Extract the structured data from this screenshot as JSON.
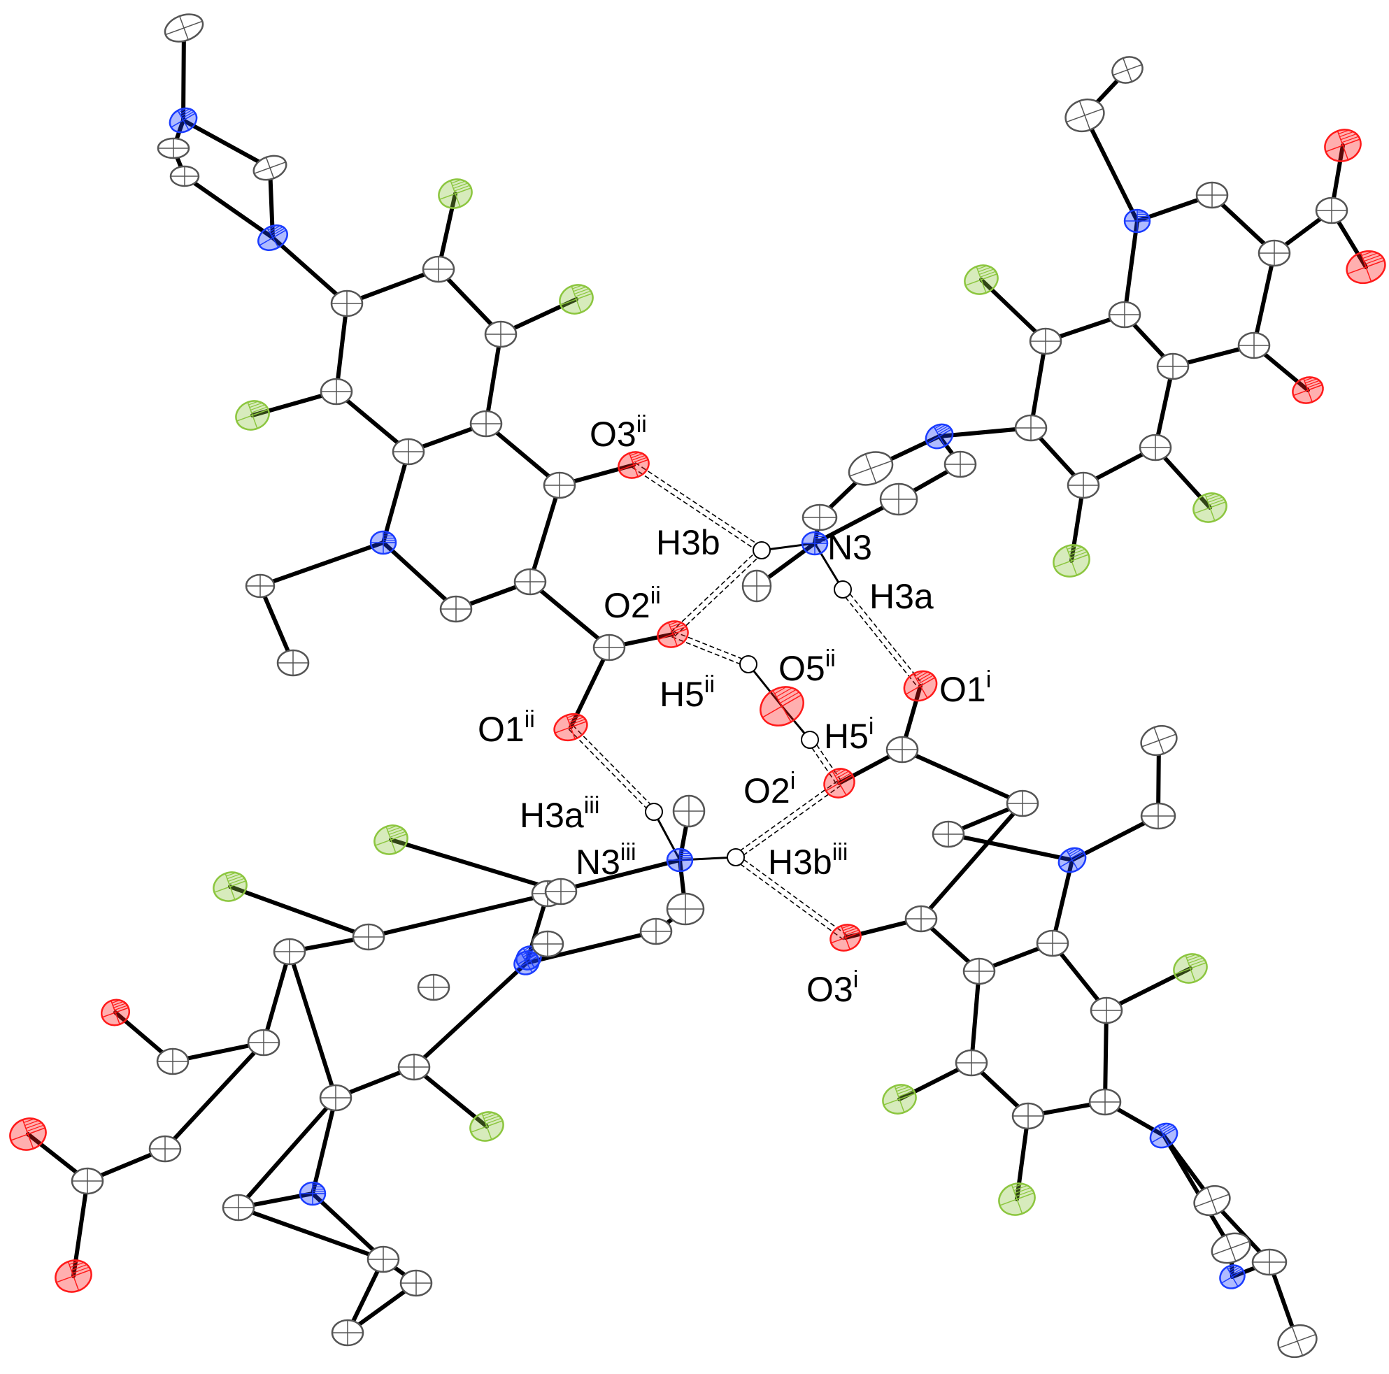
{
  "colors": {
    "carbon": "#e8e8e8",
    "nitrogen": "#1a3cff",
    "oxygen": "#ff1a1a",
    "fluorine": "#8cc63f",
    "bond": "#000000",
    "hbond": "#000000",
    "outline": "#555555"
  },
  "labels": {
    "O3ii": {
      "base": "O3",
      "sup": "ii"
    },
    "H3b": {
      "base": "H3b",
      "sup": ""
    },
    "N3": {
      "base": "N3",
      "sup": ""
    },
    "H3a": {
      "base": "H3a",
      "sup": ""
    },
    "O2ii": {
      "base": "O2",
      "sup": "ii"
    },
    "O5ii": {
      "base": "O5",
      "sup": "ii"
    },
    "O1i": {
      "base": "O1",
      "sup": "i"
    },
    "H5ii": {
      "base": "H5",
      "sup": "ii"
    },
    "O1ii": {
      "base": "O1",
      "sup": "ii"
    },
    "H5i": {
      "base": "H5",
      "sup": "i"
    },
    "O2i": {
      "base": "O2",
      "sup": "i"
    },
    "H3aiii": {
      "base": "H3a",
      "sup": "iii"
    },
    "N3iii": {
      "base": "N3",
      "sup": "iii"
    },
    "H3biii": {
      "base": "H3b",
      "sup": "iii"
    },
    "O3i": {
      "base": "O3",
      "sup": "i"
    }
  }
}
